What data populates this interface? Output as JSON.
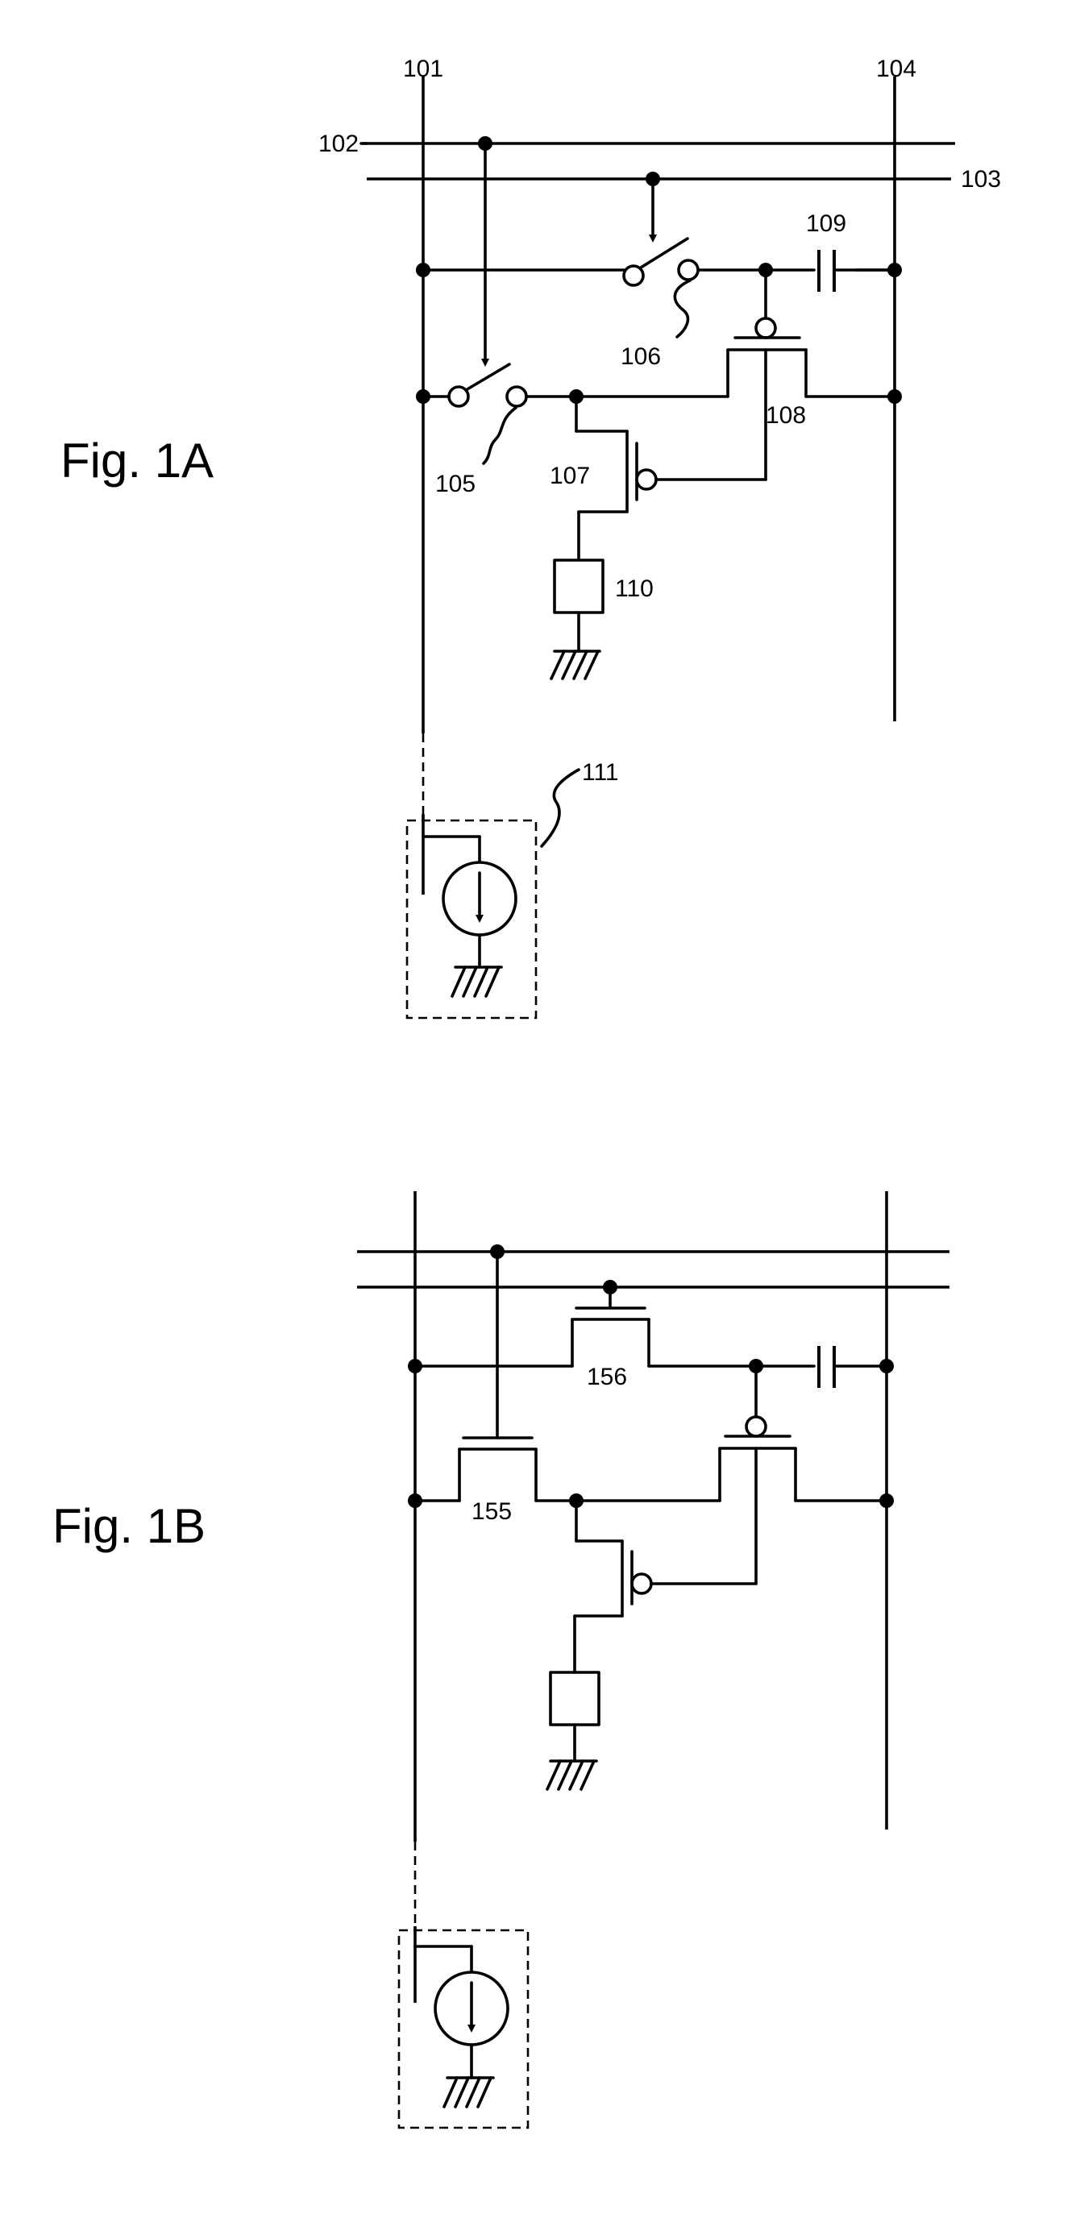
{
  "figure_1a": {
    "caption": "Fig. 1A",
    "labels": {
      "l101": "101",
      "l102": "102",
      "l103": "103",
      "l104": "104",
      "l105": "105",
      "l106": "106",
      "l107": "107",
      "l108": "108",
      "l109": "109",
      "l110": "110",
      "l111": "111"
    }
  },
  "figure_1b": {
    "caption": "Fig. 1B",
    "labels": {
      "l155": "155",
      "l156": "156"
    }
  }
}
